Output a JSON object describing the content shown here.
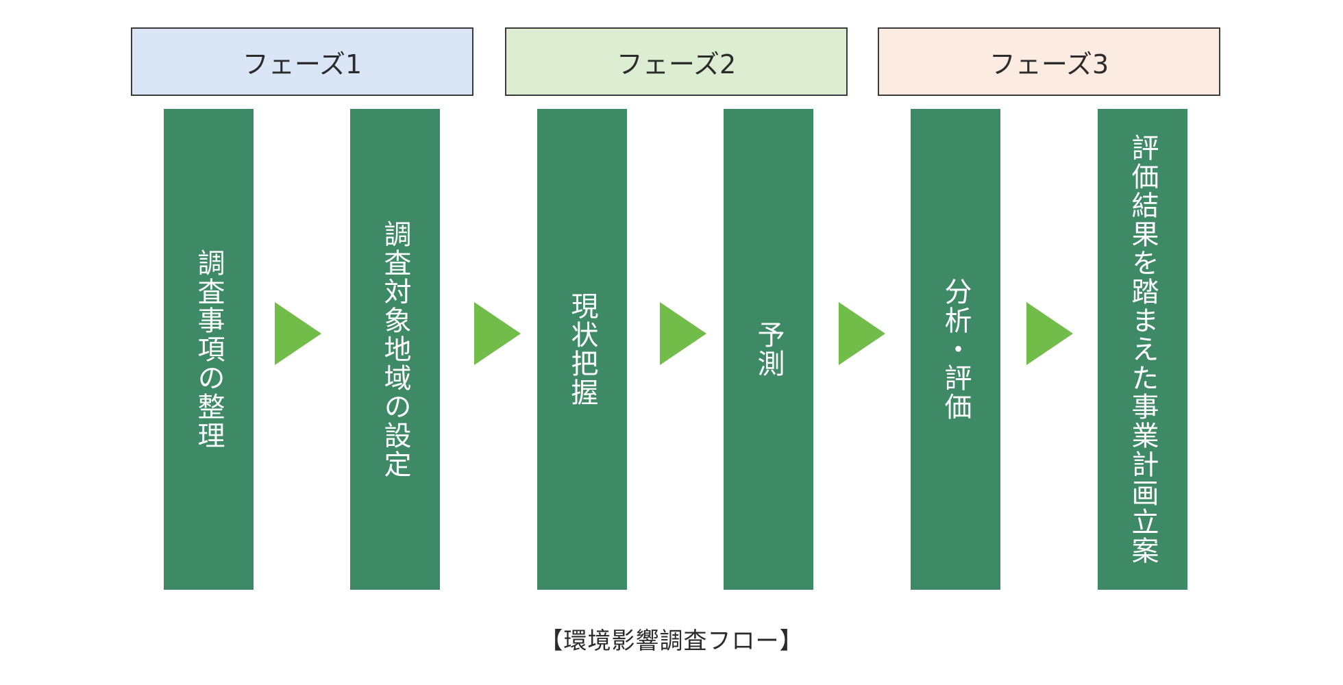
{
  "phases": [
    {
      "label": "フェーズ1",
      "color": "#dae5f5"
    },
    {
      "label": "フェーズ2",
      "color": "#dcedd1"
    },
    {
      "label": "フェーズ3",
      "color": "#fbebe0"
    }
  ],
  "steps": [
    {
      "label": "調査事項の整理"
    },
    {
      "label": "調査対象地域の設定"
    },
    {
      "label": "現状把握"
    },
    {
      "label": "予測"
    },
    {
      "label": "分析・評価"
    },
    {
      "label": "評価結果を踏まえた事業計画立案"
    }
  ],
  "colors": {
    "step_fill": "#3f8a66",
    "arrow_fill": "#72bd49",
    "border": "#3a3a3a",
    "text": "#2b2b2b"
  },
  "icons": {
    "flow_arrow": "right-triangle-arrow-icon"
  },
  "caption": "【環境影響調査フロー】"
}
